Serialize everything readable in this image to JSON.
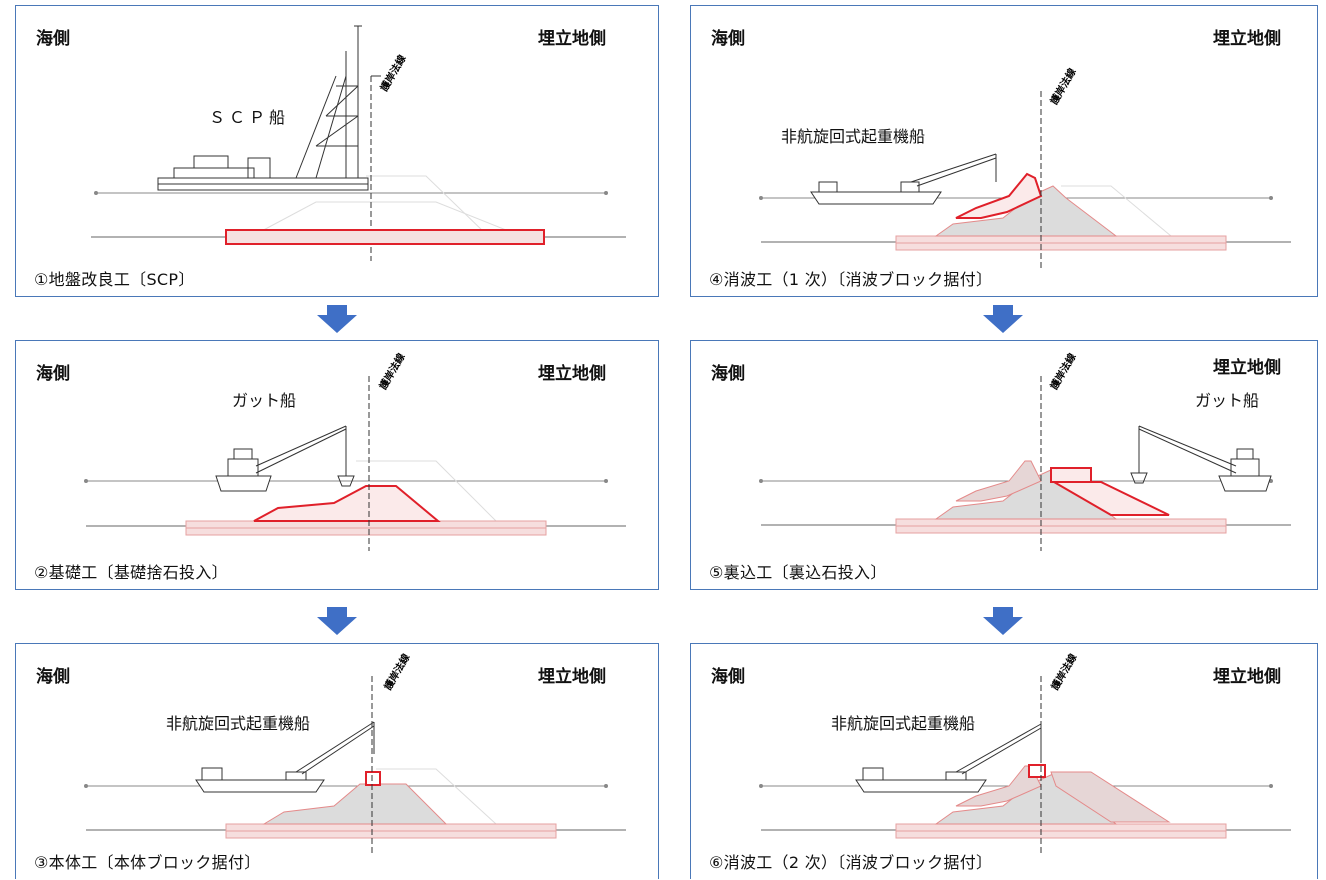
{
  "side_sea": "海側",
  "side_land": "埋立地側",
  "design_line": "護岸法線",
  "panels": [
    {
      "vessel": "ＳＣＰ船",
      "caption": "①地盤改良工〔SCP〕"
    },
    {
      "vessel": "ガット船",
      "caption": "②基礎工〔基礎捨石投入〕"
    },
    {
      "vessel": "非航旋回式起重機船",
      "caption": "③本体工〔本体ブロック据付〕"
    },
    {
      "vessel": "非航旋回式起重機船",
      "caption": "④消波工（1 次）〔消波ブロック据付〕"
    },
    {
      "vessel": "ガット船",
      "caption": "⑤裏込工〔裏込石投入〕"
    },
    {
      "vessel": "非航旋回式起重機船",
      "caption": "⑥消波工（2 次）〔消波ブロック据付〕"
    }
  ],
  "colors": {
    "frame": "#4a78b8",
    "arrow": "#3f6fc6",
    "highlight": "#e0202a",
    "fill": "#d4d4d4"
  }
}
